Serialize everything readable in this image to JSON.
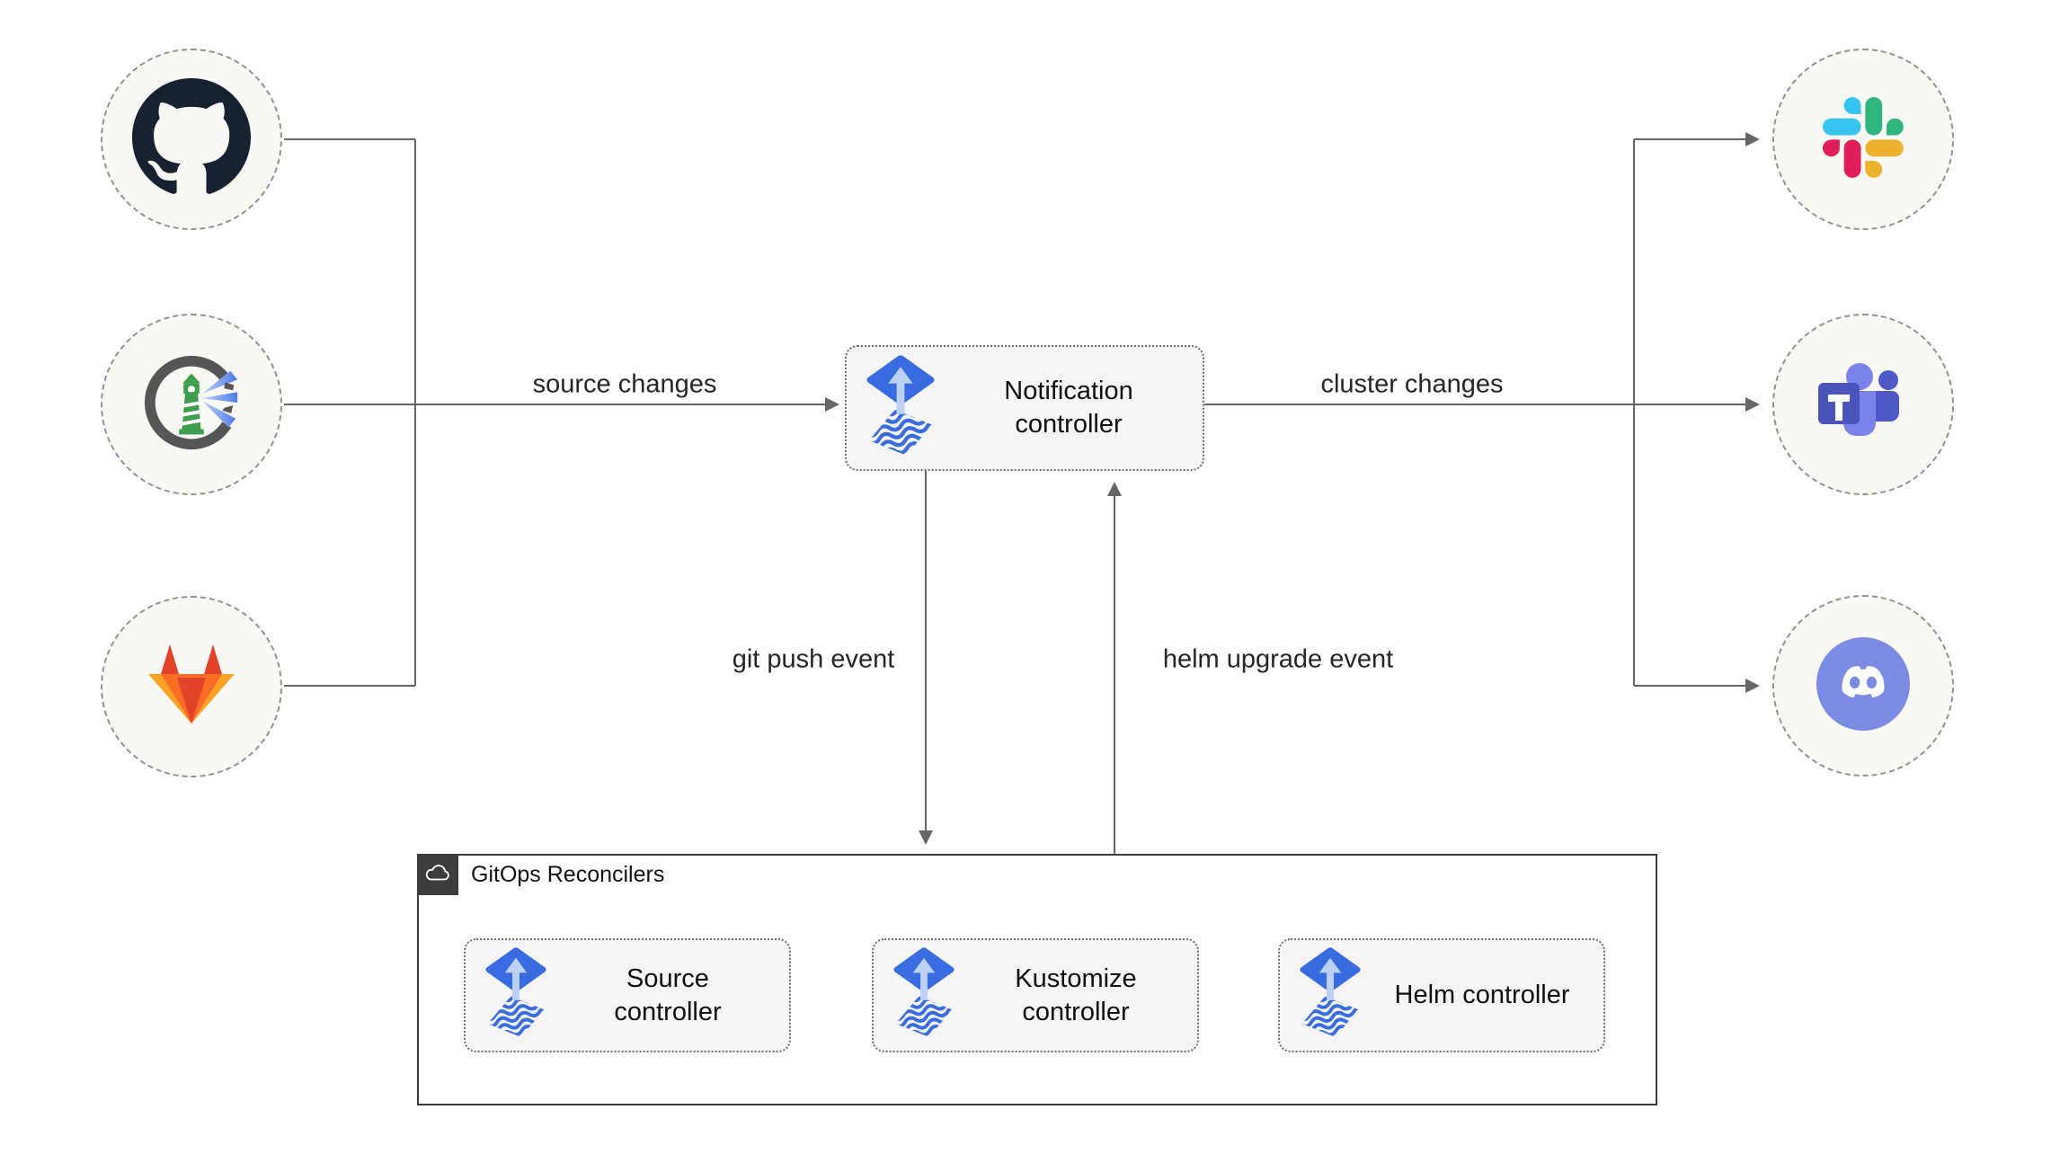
{
  "diagram": {
    "sources": [
      {
        "id": "github",
        "icon": "github-icon"
      },
      {
        "id": "harbor",
        "icon": "harbor-icon"
      },
      {
        "id": "gitlab",
        "icon": "gitlab-icon"
      }
    ],
    "targets": [
      {
        "id": "slack",
        "icon": "slack-icon"
      },
      {
        "id": "teams",
        "icon": "microsoft-teams-icon"
      },
      {
        "id": "discord",
        "icon": "discord-icon"
      }
    ],
    "notification": {
      "label": "Notification controller"
    },
    "group": {
      "label": "GitOps Reconcilers",
      "icon": "cloud-icon"
    },
    "controllers": [
      {
        "label": "Source controller"
      },
      {
        "label": "Kustomize controller"
      },
      {
        "label": "Helm controller"
      }
    ],
    "edges": {
      "source_changes": "source changes",
      "cluster_changes": "cluster changes",
      "git_push": "git push event",
      "helm_upgrade": "helm upgrade event"
    },
    "colors": {
      "line": "#666666",
      "flux_blue": "#3a6ce1",
      "flux_arrow": "#bdd0f5",
      "box_fill": "#f5f5f5",
      "node_fill": "#f9f8f5",
      "group_border": "#3d3d3d",
      "slack": [
        "#36c5f0",
        "#2eb67d",
        "#ecb22e",
        "#e01e5a"
      ],
      "gitlab": [
        "#e24329",
        "#fc6d26",
        "#fca326"
      ],
      "teams": [
        "#4b53bc",
        "#5059c9",
        "#7b83eb"
      ],
      "discord": "#7d8ce3",
      "harbor_green": "#3f9e4e"
    }
  }
}
